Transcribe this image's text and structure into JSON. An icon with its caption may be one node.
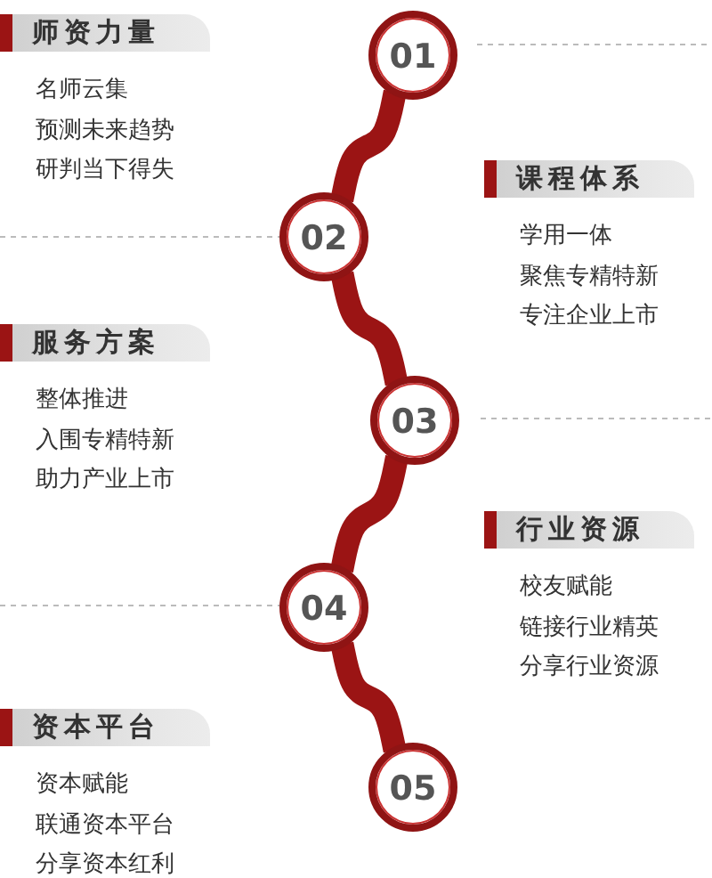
{
  "diagram": {
    "nodes": [
      {
        "text": [
          "师资力量"
        ],
        "beside": [
          "名师云集",
          "预测未来趋势",
          "研判当下得失"
        ]
      },
      {
        "text": [
          "01"
        ]
      },
      {
        "text": [
          "课程体系"
        ],
        "beside": [
          "学用一体",
          "聚焦专精特新",
          "专注企业上市"
        ]
      },
      {
        "text": [
          "02"
        ]
      },
      {
        "text": [
          "服务方案"
        ],
        "beside": [
          "整体推进",
          "入围专精特新",
          "助力产业上市"
        ]
      },
      {
        "text": [
          "03"
        ]
      },
      {
        "text": [
          "行业资源"
        ],
        "beside": [
          "校友赋能",
          "链接行业精英",
          "分享行业资源"
        ]
      },
      {
        "text": [
          "04"
        ]
      },
      {
        "text": [
          "资本平台"
        ],
        "beside": [
          "资本赋能",
          "联通资本平台",
          "分享资本红利"
        ]
      },
      {
        "text": [
          "05"
        ]
      }
    ],
    "edges": [
      {
        "from": 1,
        "to": 3,
        "arrow": "none"
      },
      {
        "from": 3,
        "to": 5,
        "arrow": "none"
      },
      {
        "from": 5,
        "to": 7,
        "arrow": "none"
      },
      {
        "from": 7,
        "to": 9,
        "arrow": "none"
      }
    ]
  }
}
